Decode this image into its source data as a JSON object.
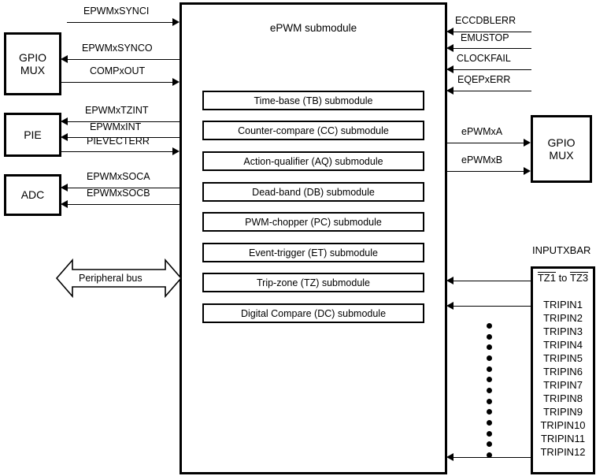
{
  "diagram": {
    "title": "ePWM submodule block diagram",
    "main_block_label": "ePWM submodule"
  },
  "left_blocks": [
    {
      "name": "gpio-mux-left",
      "label": "GPIO\nMUX"
    },
    {
      "name": "pie",
      "label": "PIE"
    },
    {
      "name": "adc",
      "label": "ADC"
    }
  ],
  "right_blocks": [
    {
      "name": "gpio-mux-right",
      "label": "GPIO\nMUX"
    }
  ],
  "submodules": [
    {
      "label": "Time-base (TB) submodule"
    },
    {
      "label": "Counter-compare (CC) submodule"
    },
    {
      "label": "Action-qualifier (AQ) submodule"
    },
    {
      "label": "Dead-band (DB) submodule"
    },
    {
      "label": "PWM-chopper (PC) submodule"
    },
    {
      "label": "Event-trigger (ET) submodule"
    },
    {
      "label": "Trip-zone (TZ) submodule"
    },
    {
      "label": "Digital Compare (DC) submodule"
    }
  ],
  "left_signals": [
    {
      "label": "EPWMxSYNCI",
      "direction": "right"
    },
    {
      "label": "EPWMxSYNCO",
      "direction": "left"
    },
    {
      "label": "COMPxOUT",
      "direction": "right"
    },
    {
      "label": "EPWMxTZINT",
      "direction": "left"
    },
    {
      "label": "EPWMxINT",
      "direction": "left"
    },
    {
      "label": "PIEVECTERR",
      "direction": "right"
    },
    {
      "label": "EPWMxSOCA",
      "direction": "left"
    },
    {
      "label": "EPWMxSOCB",
      "direction": "left"
    }
  ],
  "right_signals_in": [
    {
      "label": "ECCDBLERR",
      "direction": "left"
    },
    {
      "label": "EMUSTOP",
      "direction": "left"
    },
    {
      "label": "CLOCKFAIL",
      "direction": "left"
    },
    {
      "label": "EQEPxERR",
      "direction": "left"
    }
  ],
  "right_signals_out": [
    {
      "label": "ePWMxA",
      "direction": "right"
    },
    {
      "label": "ePWMxB",
      "direction": "right"
    }
  ],
  "peripheral_bus": {
    "label": "Peripheral bus",
    "direction": "bidirectional"
  },
  "inputxbar": {
    "title": "INPUTXBAR",
    "tz_prefix": "TZ1",
    "tz_middle": " to ",
    "tz_suffix": "TZ3",
    "tripins": [
      "TRIPIN1",
      "TRIPIN2",
      "TRIPIN3",
      "TRIPIN4",
      "TRIPIN5",
      "TRIPIN6",
      "TRIPIN7",
      "TRIPIN8",
      "TRIPIN9",
      "TRIPIN10",
      "TRIPIN11",
      "TRIPIN12"
    ],
    "ellipsis_dot_count": 13
  },
  "colors": {
    "line": "#000000",
    "background": "#ffffff"
  }
}
